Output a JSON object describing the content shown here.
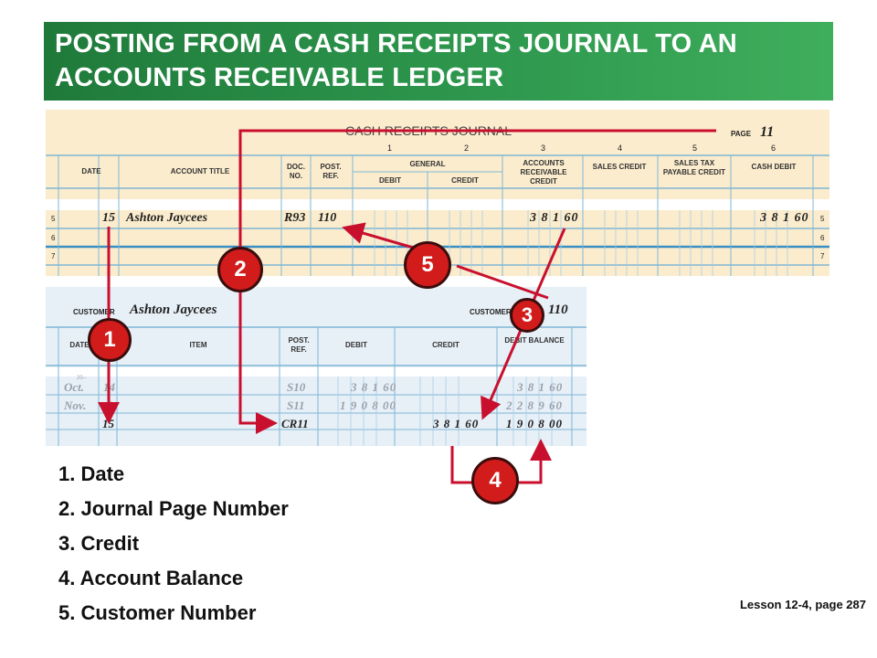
{
  "title": "POSTING FROM A CASH RECEIPTS JOURNAL TO AN ACCOUNTS RECEIVABLE LEDGER",
  "journal": {
    "name": "CASH RECEIPTS JOURNAL",
    "page_label": "PAGE",
    "page_number": "11",
    "column_numbers": [
      "1",
      "2",
      "3",
      "4",
      "5",
      "6"
    ],
    "headers": {
      "date": "DATE",
      "account_title": "ACCOUNT TITLE",
      "doc_no": "DOC. NO.",
      "post_ref": "POST. REF.",
      "general": "GENERAL",
      "debit": "DEBIT",
      "credit": "CREDIT",
      "ar_credit": "ACCOUNTS RECEIVABLE CREDIT",
      "sales_credit": "SALES CREDIT",
      "sales_tax": "SALES TAX PAYABLE CREDIT",
      "cash_debit": "CASH DEBIT"
    },
    "rows": [
      {
        "line": "5",
        "date": "15",
        "account": "Ashton Jaycees",
        "doc": "R93",
        "ref": "110",
        "ar_credit": "3 8 1 60",
        "cash_debit": "3 8 1 60"
      },
      {
        "line": "6"
      },
      {
        "line": "7"
      }
    ]
  },
  "ledger": {
    "customer_label": "CUSTOMER",
    "customer_name": "Ashton Jaycees",
    "customer_no_label": "CUSTOMER NO.",
    "customer_no": "110",
    "headers": {
      "date": "DATE",
      "item": "ITEM",
      "post_ref": "POST. REF.",
      "debit": "DEBIT",
      "credit": "CREDIT",
      "balance": "DEBIT BALANCE"
    },
    "year": "20--",
    "rows": [
      {
        "month": "Oct.",
        "day": "14",
        "ref": "S10",
        "debit": "3 8 1 60",
        "credit": "",
        "balance": "3 8 1 60"
      },
      {
        "month": "Nov.",
        "day": "5",
        "ref": "S11",
        "debit": "1 9 0 8 00",
        "credit": "",
        "balance": "2 2 8 9 60"
      },
      {
        "month": "",
        "day": "15",
        "ref": "CR11",
        "debit": "",
        "credit": "3 8 1 60",
        "balance": "1 9 0 8 00"
      }
    ]
  },
  "badges": [
    "1",
    "2",
    "3",
    "4",
    "5"
  ],
  "legend": [
    "1. Date",
    "2. Journal Page Number",
    "3. Credit",
    "4. Account Balance",
    "5. Customer Number"
  ],
  "footer": "Lesson 12-4, page 287",
  "colors": {
    "title_green": "#2f9a4f",
    "arrow_red": "#c8102e",
    "journal_bg": "#fbeccd",
    "ledger_bg": "#e7eff7"
  }
}
